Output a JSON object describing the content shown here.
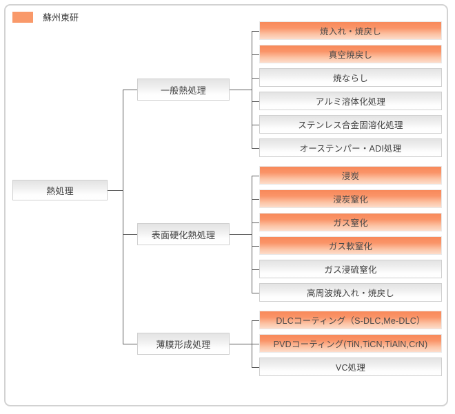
{
  "legend": {
    "swatch_color": "#f9996a",
    "label": "蘇州東研"
  },
  "colors": {
    "highlight": "#f9996a",
    "frame_border": "#d2d2d2",
    "connector": "#5a5a5a",
    "node_border": "#cfcfcf",
    "text": "#404040"
  },
  "tree": {
    "root": {
      "label": "熱処理",
      "highlighted": false
    },
    "branches": [
      {
        "label": "一般熱処理",
        "highlighted": false,
        "leaves": [
          {
            "label": "焼入れ・焼戻し",
            "highlighted": true
          },
          {
            "label": "真空焼戻し",
            "highlighted": true
          },
          {
            "label": "焼ならし",
            "highlighted": false
          },
          {
            "label": "アルミ溶体化処理",
            "highlighted": false
          },
          {
            "label": "ステンレス合金固溶化処理",
            "highlighted": false
          },
          {
            "label": "オーステンパー・ADI処理",
            "highlighted": false
          }
        ]
      },
      {
        "label": "表面硬化熱処理",
        "highlighted": false,
        "leaves": [
          {
            "label": "浸炭",
            "highlighted": true
          },
          {
            "label": "浸炭窒化",
            "highlighted": true
          },
          {
            "label": "ガス窒化",
            "highlighted": true
          },
          {
            "label": "ガス軟窒化",
            "highlighted": true
          },
          {
            "label": "ガス浸硫窒化",
            "highlighted": false
          },
          {
            "label": "高周波焼入れ・焼戻し",
            "highlighted": false
          }
        ]
      },
      {
        "label": "薄膜形成処理",
        "highlighted": false,
        "leaves": [
          {
            "label": "DLCコーティング（S-DLC,Me-DLC）",
            "highlighted": true
          },
          {
            "label": "PVDコーティング(TiN,TiCN,TiAlN,CrN)",
            "highlighted": true
          },
          {
            "label": "VC処理",
            "highlighted": false
          }
        ]
      }
    ]
  }
}
